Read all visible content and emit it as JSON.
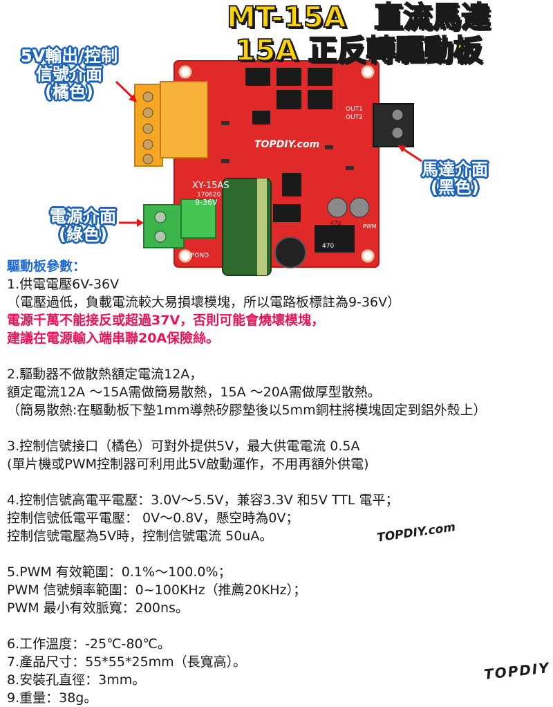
{
  "title": {
    "line1_model": "MT-15A",
    "line1_text": "直流馬達",
    "line2": "15A 正反轉驅動板"
  },
  "callouts": {
    "control": [
      "5V輸出/控制",
      "信號介面",
      "(橘色)"
    ],
    "motor": [
      "馬達介面",
      "(黑色)"
    ],
    "power": [
      "電源介面",
      "(綠色)"
    ]
  },
  "board": {
    "model": "XY-15AS",
    "date": "170620",
    "voltage": "9-36V",
    "brand": "TOPDIY.com",
    "out1": "OUT1",
    "out2": "OUT2",
    "cap1": "470",
    "cap2": "470",
    "pgnd": "PGND",
    "pwm": "PWM"
  },
  "spec": {
    "heading": "驅動板參數：",
    "lines": [
      {
        "text": "1.供電電壓6V-36V",
        "style": ""
      },
      {
        "text": "（電壓過低，負載電流較大易損壞模塊，所以電路板標註為9-36V）",
        "style": ""
      },
      {
        "text": "  電源千萬不能接反或超過37V，否則可能會燒壞模塊，",
        "style": "red"
      },
      {
        "text": "  建議在電源輸入端串聯20A保險絲。",
        "style": "red"
      },
      {
        "text": "",
        "style": "gap"
      },
      {
        "text": "2.驅動器不做散熱額定電流12A，",
        "style": ""
      },
      {
        "text": "   額定電流12A ～15A需做簡易散熱，15A ～20A需做厚型散熱。",
        "style": ""
      },
      {
        "text": "（簡易散熱:在驅動板下墊1mm導熱矽膠墊後以5mm銅柱將模塊固定到鋁外殼上）",
        "style": ""
      },
      {
        "text": "",
        "style": "gap"
      },
      {
        "text": "3.控制信號接口（橘色）可對外提供5V，最大供電電流 0.5A",
        "style": ""
      },
      {
        "text": "  (單片機或PWM控制器可利用此5V啟動運作，不用再額外供電)",
        "style": ""
      },
      {
        "text": "",
        "style": "gap"
      },
      {
        "text": "4.控制信號高電平電壓：3.0V～5.5V，兼容3.3V 和5V TTL 電平；",
        "style": ""
      },
      {
        "text": "  控制信號低電平電壓：  0V～0.8V，懸空時為0V；",
        "style": ""
      },
      {
        "text": "  控制信號電壓為5V時，控制信號電流 50uA。",
        "style": ""
      },
      {
        "text": "",
        "style": "gap"
      },
      {
        "text": "5.PWM 有效範圍：0.1%～100.0%；",
        "style": ""
      },
      {
        "text": "  PWM 信號頻率範圍：0~100KHz（推薦20KHz）；",
        "style": ""
      },
      {
        "text": "  PWM 最小有效脈寬：200ns。",
        "style": ""
      },
      {
        "text": "",
        "style": "gap"
      },
      {
        "text": "6.工作溫度：-25℃-80℃。",
        "style": ""
      },
      {
        "text": "7.產品尺寸：55*55*25mm（長寬高）。",
        "style": ""
      },
      {
        "text": "8.安裝孔直徑：3mm。",
        "style": ""
      },
      {
        "text": "9.重量：38g。",
        "style": ""
      }
    ]
  },
  "watermarks": {
    "mid": "TOPDIY.com",
    "corner": "TOPDIY"
  },
  "colors": {
    "title_fill": "#ffd400",
    "callout_outline": "#1e62b8",
    "board_red": "#e02a2a",
    "warning_red": "#e8145a",
    "heading_blue": "#1e6ad0"
  }
}
